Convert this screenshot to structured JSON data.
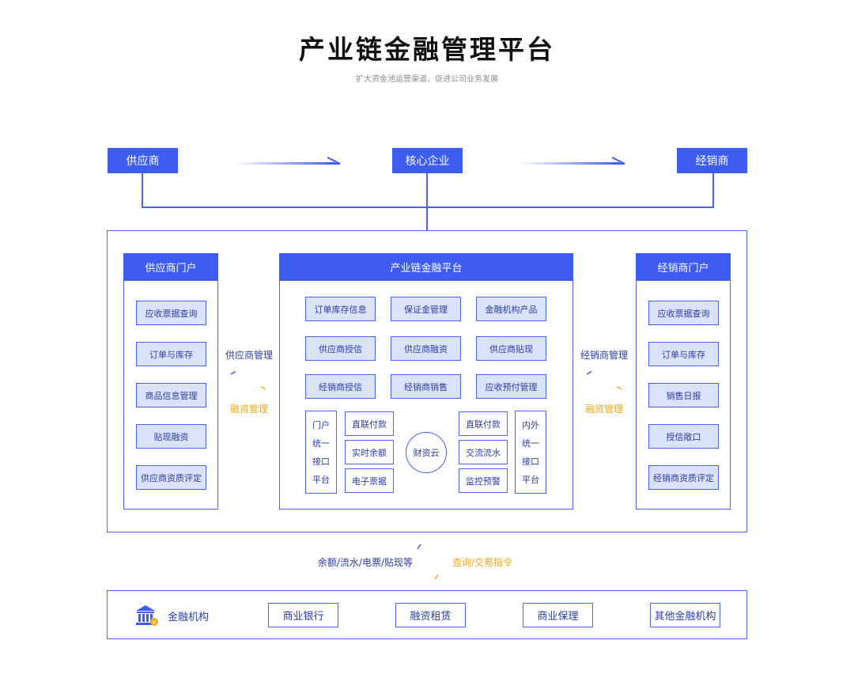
{
  "header": {
    "title": "产业链金融管理平台",
    "subtitle": "扩大资金池运营渠道，促进公司业务发展"
  },
  "top_row": {
    "supplier": "供应商",
    "core": "核心企业",
    "distributor": "经销商"
  },
  "supplier_portal": {
    "title": "供应商门户",
    "items": [
      "应收票据查询",
      "订单与库存",
      "商品信息管理",
      "贴现融资",
      "供应商资质评定"
    ]
  },
  "distributor_portal": {
    "title": "经销商门户",
    "items": [
      "应收票据查询",
      "订单与库存",
      "销售日报",
      "授信敞口",
      "经销商资质评定"
    ]
  },
  "platform": {
    "title": "产业链金融平台",
    "grid": [
      [
        "订单库存信息",
        "保证金管理",
        "金融机构产品"
      ],
      [
        "供应商授信",
        "供应商融资",
        "供应商贴现"
      ],
      [
        "经销商授信",
        "经销商销售",
        "应收预付管理"
      ]
    ],
    "left_vertical": [
      "门户",
      "统一",
      "接口",
      "平台"
    ],
    "left_items": [
      "直联付款",
      "实时余额",
      "电子票据"
    ],
    "center": "财资云",
    "right_items": [
      "直联付款",
      "交流流水",
      "监控预警"
    ],
    "right_vertical": [
      "内外",
      "统一",
      "接口",
      "平台"
    ]
  },
  "left_flow": {
    "top": "供应商管理",
    "bottom": "融资管理"
  },
  "right_flow": {
    "top": "经销商管理",
    "bottom": "融资管理"
  },
  "vertical_flow": {
    "left": "余额/流水/电票/贴现等",
    "right": "查询/交易指令"
  },
  "financial": {
    "label": "金融机构",
    "icon": "bank-icon",
    "items": [
      "商业银行",
      "融资租赁",
      "商业保理",
      "其他金融机构"
    ]
  },
  "colors": {
    "primary": "#3d5cf0",
    "light": "#dbe2fc",
    "accent": "#f0a81e"
  }
}
